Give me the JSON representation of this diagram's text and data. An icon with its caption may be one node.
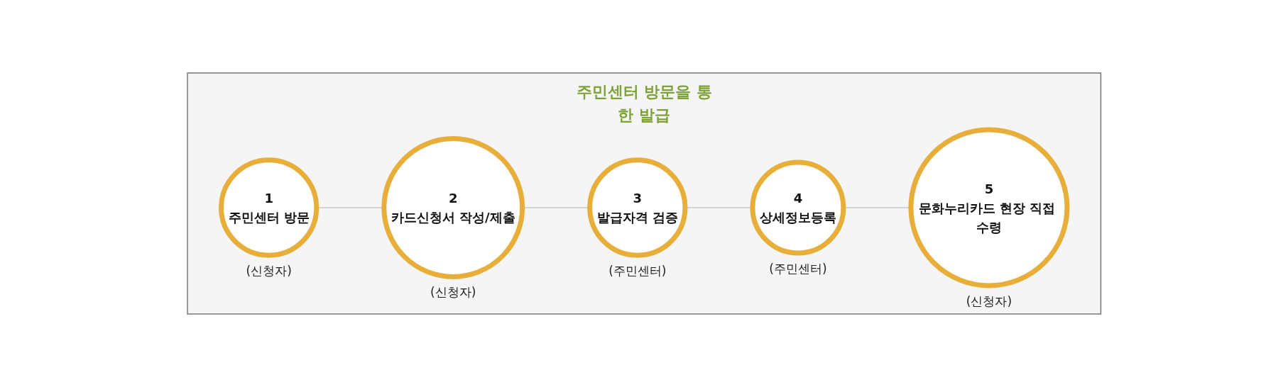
{
  "diagram": {
    "nodes": [
      {
        "text": [
          "주민센터 방문을 통한 발급"
        ]
      },
      {
        "text": [
          "1",
          "주민센터 방문"
        ],
        "in": 0,
        "beside": [
          "(신청자)"
        ]
      },
      {
        "text": [
          "2",
          "카드신청서 작성/제출"
        ],
        "in": 0,
        "beside": [
          "(신청자)"
        ]
      },
      {
        "text": [
          "3",
          "발급자격 검증"
        ],
        "in": 0,
        "beside": [
          "(주민센터)"
        ]
      },
      {
        "text": [
          "4",
          "상세정보등록"
        ],
        "in": 0,
        "beside": [
          "(주민센터)"
        ]
      },
      {
        "text": [
          "5",
          "문화누리카드 현장 직접 수령"
        ],
        "in": 0,
        "beside": [
          "(신청자)"
        ]
      }
    ],
    "edges": [
      {
        "from": 1,
        "to": 2,
        "arrow": "none"
      },
      {
        "from": 2,
        "to": 3,
        "arrow": "none"
      },
      {
        "from": 3,
        "to": 4,
        "arrow": "none"
      },
      {
        "from": 4,
        "to": 5,
        "arrow": "none"
      }
    ]
  }
}
